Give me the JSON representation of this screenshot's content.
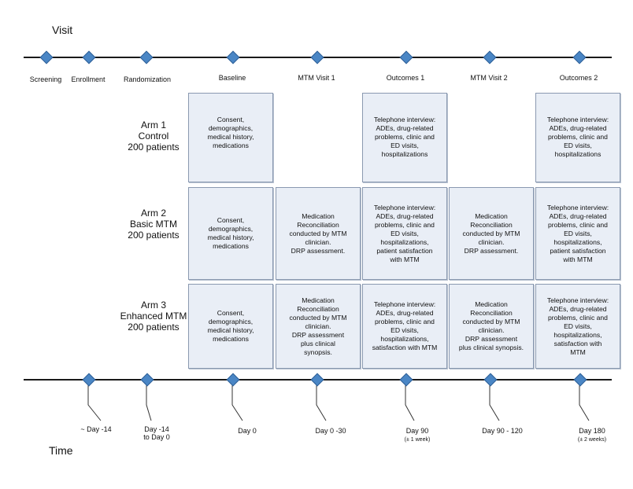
{
  "titles": {
    "visit": "Visit",
    "time": "Time"
  },
  "visits": [
    {
      "label": "Screening"
    },
    {
      "label": "Enrollment"
    },
    {
      "label": "Randomization"
    },
    {
      "label": "Baseline"
    },
    {
      "label": "MTM Visit 1"
    },
    {
      "label": "Outcomes 1"
    },
    {
      "label": "MTM Visit 2"
    },
    {
      "label": "Outcomes 2"
    }
  ],
  "arms": [
    {
      "label": "Arm 1\nControl\n200 patients"
    },
    {
      "label": "Arm 2\nBasic MTM\n200 patients"
    },
    {
      "label": "Arm 3\nEnhanced MTM\n200 patients"
    }
  ],
  "cells": {
    "arm1": {
      "baseline": "Consent,\ndemographics,\nmedical history,\nmedications",
      "outcomes1": "Telephone interview:\nADEs, drug-related\nproblems, clinic and\nED visits,\nhospitalizations",
      "outcomes2": "Telephone interview:\nADEs, drug-related\nproblems, clinic and\nED visits,\nhospitalizations"
    },
    "arm2": {
      "baseline": "Consent,\ndemographics,\nmedical history,\nmedications",
      "mtm1": "Medication\nReconciliation\nconducted by MTM\nclinician.\nDRP assessment.",
      "outcomes1": "Telephone interview:\nADEs, drug-related\nproblems, clinic and\nED visits,\nhospitalizations,\npatient satisfaction\nwith MTM",
      "mtm2": "Medication\nReconciliation\nconducted by MTM\nclinician.\nDRP assessment.",
      "outcomes2": "Telephone interview:\nADEs, drug-related\nproblems, clinic and\nED visits,\nhospitalizations,\npatient satisfaction\nwith MTM"
    },
    "arm3": {
      "baseline": "Consent,\ndemographics,\nmedical history,\nmedications",
      "mtm1": "Medication\nReconciliation\nconducted by MTM\nclinician.\nDRP assessment\nplus clinical\nsynopsis.",
      "outcomes1": "Telephone interview:\nADEs, drug-related\nproblems, clinic and\nED visits,\nhospitalizations,\nsatisfaction with MTM",
      "mtm2": "Medication\nReconciliation\nconducted by MTM\nclinician.\nDRP assessment\nplus clinical synopsis.",
      "outcomes2": "Telephone interview:\nADEs, drug-related\nproblems, clinic and\nED visits,\nhospitalizations,\nsatisfaction with\nMTM"
    }
  },
  "timepoints": [
    {
      "label": "~ Day -14",
      "sub": ""
    },
    {
      "label": "Day -14\nto Day 0",
      "sub": ""
    },
    {
      "label": "Day 0",
      "sub": ""
    },
    {
      "label": "Day 0 -30",
      "sub": ""
    },
    {
      "label": "Day 90",
      "sub": "(± 1 week)"
    },
    {
      "label": "Day 90 - 120",
      "sub": ""
    },
    {
      "label": "Day 180",
      "sub": "(± 2 weeks)"
    }
  ],
  "colors": {
    "marker": "#4a86c5",
    "cell_fill": "#e9eef6",
    "line": "#1a1a1a"
  }
}
